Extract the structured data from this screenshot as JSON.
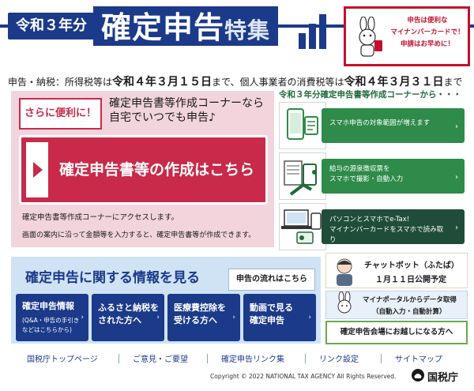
{
  "header": {
    "year_label": "令和３年分",
    "title_main": "確定申告",
    "title_sub": "特集",
    "promo_line1": "申告は便利な",
    "promo_line2": "マイナンバーカードで！",
    "promo_line3": "申請はお早めに！"
  },
  "deadline": {
    "prefix": "申告・納税：所得税等は",
    "date1": "令和４年３月１５日",
    "middle": "まで、個人事業者の消費税等は",
    "date2": "令和４年３月３１日",
    "suffix": "まで"
  },
  "main": {
    "convenient_label": "さらに便利に！",
    "intro_line1": "確定申告書等作成コーナーなら",
    "intro_line2": "自宅でいつでも申告♪",
    "create_button": "確定申告書等の作成はこちら",
    "note1": "確定申告書等作成コーナーにアクセスします。",
    "note2": "画面の案内に沿って金額等を入力すると、確定申告書等が作成できます。"
  },
  "features": {
    "heading": "令和３年分確定申告書等作成コーナーから・・・",
    "items": [
      {
        "line1": "スマホ申告の対象範囲が増えます",
        "line2": ""
      },
      {
        "line1": "給与の源泉徴収票を",
        "line2": "スマホで撮影・自動入力"
      },
      {
        "line1": "パソコンとスマホでe-Tax!",
        "line2": "マイナンバーカードをスマホで読み取り"
      }
    ]
  },
  "info": {
    "title": "確定申告に関する情報を見る",
    "flow_button": "申告の流れはこちら",
    "tiles": [
      {
        "title": "確定申告情報",
        "sub1": "(Q&A・申告の手引き",
        "sub2": "などはこちらから)"
      },
      {
        "title": "ふるさと納税を",
        "title2": "された方へ"
      },
      {
        "title": "医療費控除を",
        "title2": "受ける方へ"
      },
      {
        "title": "動画で見る",
        "title2": "確定申告"
      }
    ]
  },
  "side": {
    "chat_line1": "チャットボット（ふたば）",
    "chat_line2": "１月１１日公開予定",
    "portal_line1": "マイナポータルからデータ取得",
    "portal_line2": "（自動入力・自動計算）",
    "venue_button": "確定申告会場にお越しになる方へ"
  },
  "footer": {
    "links": [
      "国税庁トップページ",
      "ご意見・ご要望",
      "確定申告リンク集",
      "リンク設定",
      "サイトマップ"
    ],
    "copyright": "Copyright © 2022 NATIONAL TAX AGENCY All Rights Reserved.",
    "logo_text": "国税庁"
  },
  "colors": {
    "navy": "#1b3a8a",
    "crimson": "#c92a4a",
    "pink_panel": "#f2d4dc",
    "green_dark": "#1f6b3a",
    "green_mid": "#2e8b4a",
    "blue_panel": "#cfe3f5"
  }
}
